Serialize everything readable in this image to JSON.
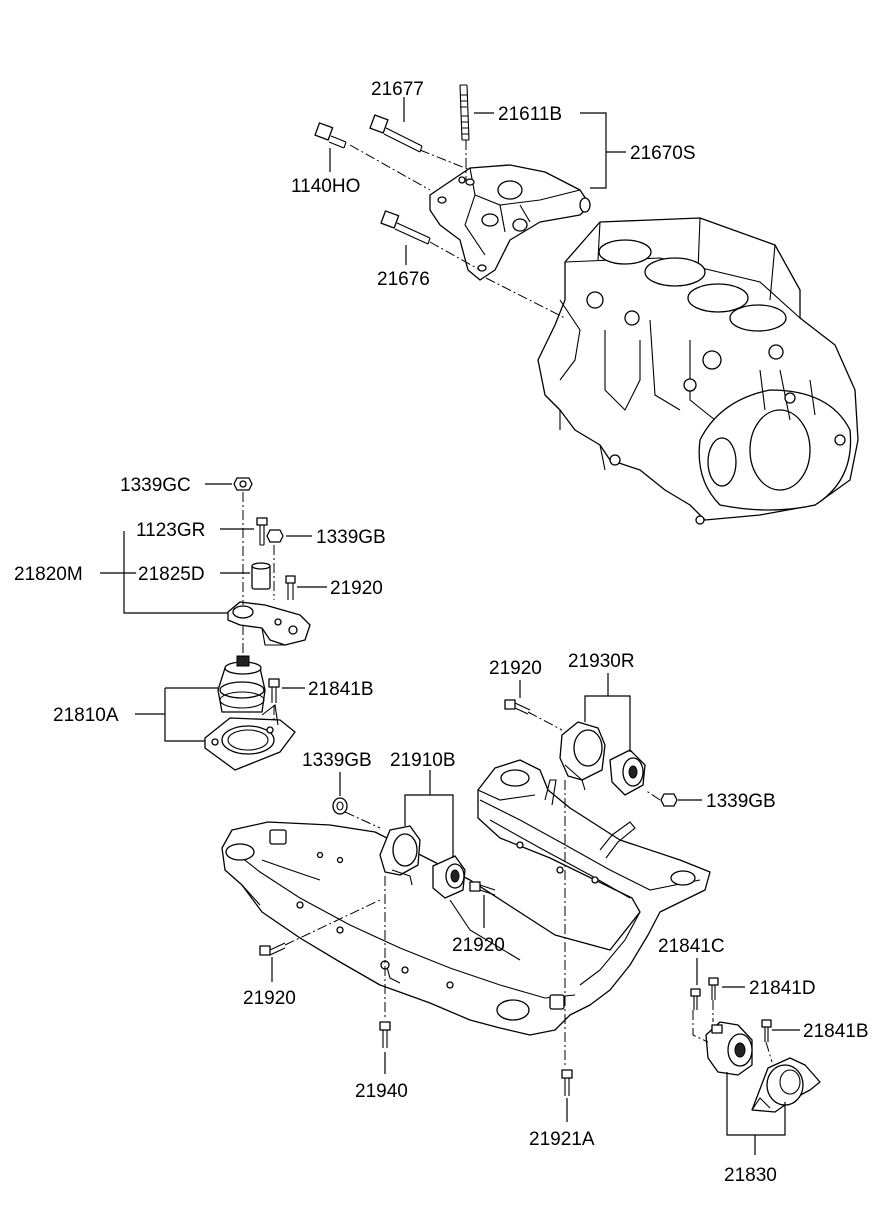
{
  "labels": {
    "p21677": "21677",
    "p21611B": "21611B",
    "p21670S": "21670S",
    "p1140HO": "1140HO",
    "p21676": "21676",
    "p1339GC": "1339GC",
    "p1123GR": "1123GR",
    "p1339GB_top": "1339GB",
    "p21820M": "21820M",
    "p21825D": "21825D",
    "p21920_a": "21920",
    "p21841B_a": "21841B",
    "p21810A": "21810A",
    "p21920_b": "21920",
    "p21930R": "21930R",
    "p1339GB_left": "1339GB",
    "p21910B": "21910B",
    "p1339GB_right": "1339GB",
    "p21920_c": "21920",
    "p21920_d": "21920",
    "p21841C": "21841C",
    "p21841D": "21841D",
    "p21841B_b": "21841B",
    "p21940": "21940",
    "p21921A": "21921A",
    "p21830": "21830"
  }
}
